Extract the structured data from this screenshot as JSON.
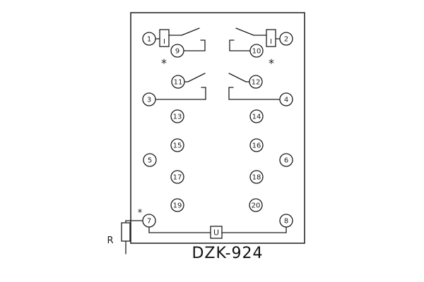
{
  "diagram": {
    "title": "DZK-924",
    "terminals": [
      "1",
      "2",
      "3",
      "4",
      "5",
      "6",
      "7",
      "8",
      "9",
      "10",
      "11",
      "12",
      "13",
      "14",
      "15",
      "16",
      "17",
      "18",
      "19",
      "20"
    ],
    "coil_label_left": "I",
    "coil_label_right": "I",
    "u_label": "U",
    "r_label": "R",
    "asterisk_top_left": "*",
    "asterisk_top_right": "*",
    "asterisk_bottom": "*"
  }
}
